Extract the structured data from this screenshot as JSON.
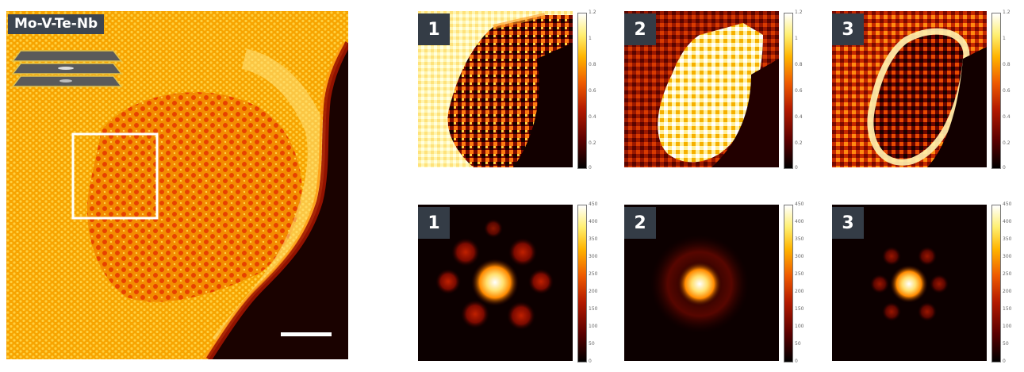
{
  "main_image": {
    "title": "Mo-V-Te-Nb",
    "colors": {
      "background": "#f2a000",
      "lattice": "#e23a00",
      "dark": "#1a0000",
      "highlight": "#ffe070"
    }
  },
  "top_row": {
    "panels": [
      {
        "label": "1"
      },
      {
        "label": "2"
      },
      {
        "label": "3"
      }
    ],
    "colorbar_ticks": [
      "1.2",
      "1",
      "0.8",
      "0.6",
      "0.4",
      "0.2",
      "0"
    ]
  },
  "bottom_row": {
    "panels": [
      {
        "label": "1"
      },
      {
        "label": "2"
      },
      {
        "label": "3"
      }
    ],
    "colorbar_ticks": [
      "450",
      "400",
      "350",
      "300",
      "250",
      "200",
      "150",
      "100",
      "50",
      "0"
    ]
  }
}
